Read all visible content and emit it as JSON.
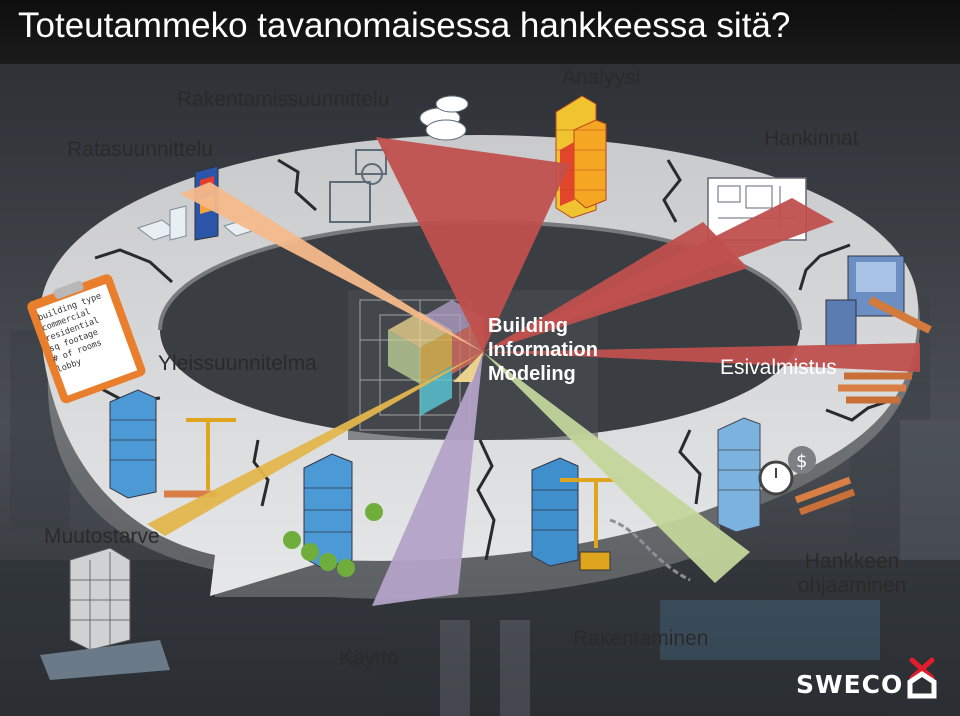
{
  "title": "Toteutammeko tavanomaisessa hankkeessa sitä?",
  "center_lines": [
    "Building",
    "Information",
    "Modeling"
  ],
  "stages": [
    {
      "id": "ratasuunnittelu",
      "label": "Ratasuunnittelu"
    },
    {
      "id": "rakentamissuunnittelu",
      "label": "Rakentamissuunnittelu"
    },
    {
      "id": "analyysi",
      "label": "Analyysi"
    },
    {
      "id": "hankinnat",
      "label": "Hankinnat"
    },
    {
      "id": "yleissuunnitelma",
      "label": "Yleissuunnitelma"
    },
    {
      "id": "esivalmistus",
      "label": "Esivalmistus"
    },
    {
      "id": "muutostarve",
      "label": "Muutostarve"
    },
    {
      "id": "hankkeen-ohjaaminen",
      "label_lines": [
        "Hankkeen",
        "ohjaaminen"
      ]
    },
    {
      "id": "kaytto",
      "label": "Käyttö"
    },
    {
      "id": "rakentaminen",
      "label": "Rakentaminen"
    }
  ],
  "checklist_lines": [
    "building type",
    "commercial",
    "residential",
    "sq footage",
    "# of rooms",
    "lobby"
  ],
  "wedge_colors": {
    "ratasuunnittelu": "#f6b98a",
    "rakentamissuunnittelu": "#c0504d",
    "analyysi": "#c0504d",
    "hankinnat": "#c0504d",
    "esivalmistus": "#c0504d",
    "muutostarve": "#e3b64d",
    "hankkeen-ohjaaminen": "#c3d69b",
    "kaytto": "#b3a2c7",
    "rakentaminen": "#f2d98f"
  },
  "brand": "SWECO",
  "brand_color": "#ffffff",
  "brand_mark_color": "#e11d2a"
}
